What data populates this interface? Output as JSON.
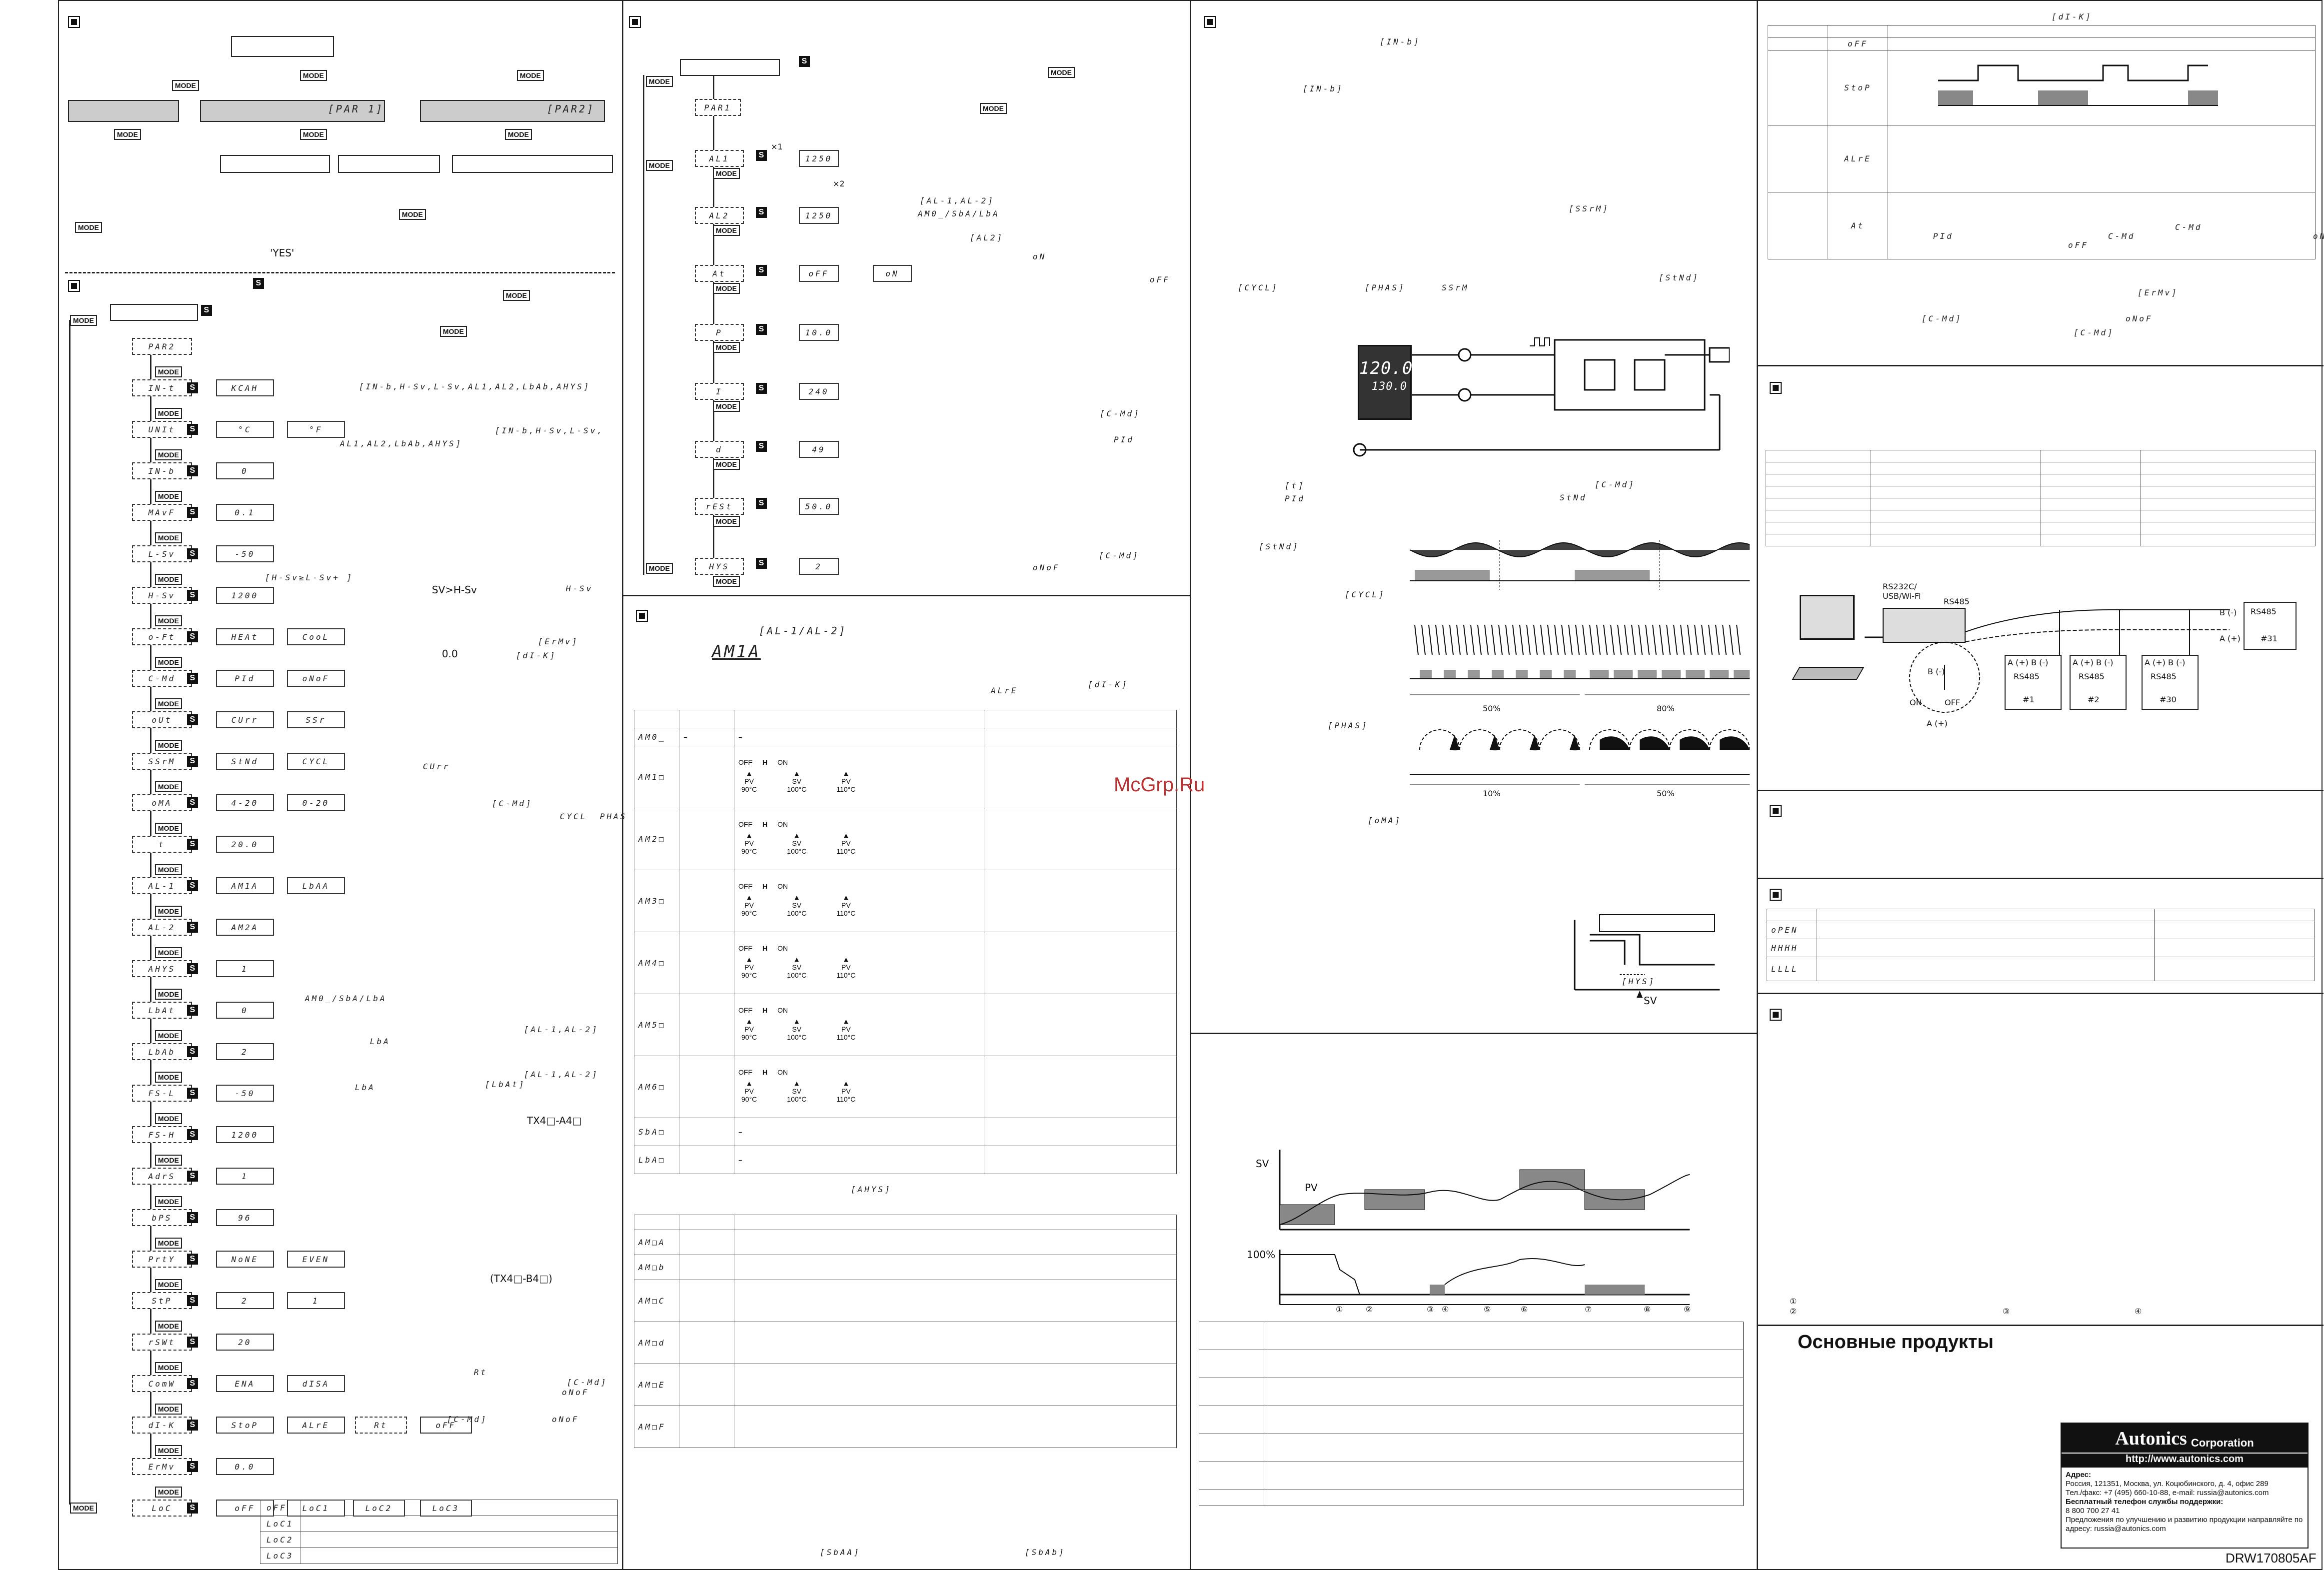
{
  "col1": {
    "params_top": [
      "[PAR 1]",
      "[PAR2]"
    ],
    "note_yes": "'YES'",
    "par2_list": [
      "PAR2",
      "IN-t",
      "UNIt",
      "IN-b",
      "MAvF",
      "L-Sv",
      "H-Sv",
      "o-Ft",
      "C-Md",
      "oUt",
      "SSrM",
      "oMA",
      "t",
      "AL-1",
      "AL-2",
      "AHYS",
      "LbAt",
      "LbAb",
      "FS-L",
      "FS-H",
      "AdrS",
      "bPS",
      "PrtY",
      "StP",
      "rSWt",
      "ComW",
      "dI-K",
      "ErMv",
      "LoC"
    ],
    "par2_values": [
      "",
      "KCAH",
      "°C",
      "0",
      "0.1",
      "-50",
      "1200",
      "HEAt",
      "PId",
      "CUrr",
      "StNd",
      "4-20",
      "20.0",
      "AM1A",
      "AM2A",
      "1",
      "0",
      "2",
      "-50",
      "1200",
      "1",
      "96",
      "NoNE",
      "2",
      "20",
      "ENA",
      "StoP",
      "0.0",
      "oFF"
    ],
    "par2_alt": [
      "",
      "",
      "°F",
      "",
      "",
      "",
      "",
      "CooL",
      "oNoF",
      "SSr",
      "CYCL",
      "0-20",
      "",
      "LbAA",
      "",
      "",
      "",
      "",
      "",
      "",
      "",
      "",
      "EVEN",
      "1",
      "",
      "dISA",
      "ALrE",
      "",
      "LoC1"
    ],
    "notes": [
      "[IN-b,H-Sv,L-Sv,AL1,AL2,LbAb,AHYS]",
      "[IN-b,H-Sv,L-Sv,",
      "AL1,AL2,LbAb,AHYS]",
      "[H-Sv≥L-Sv+ ]",
      "SV>H-Sv",
      "H-Sv",
      "[ErMv]",
      "[dI-K]",
      "0.0",
      "CUrr",
      "[C-Md]",
      "CYCL",
      "PHAS",
      "AM0_/SbA/LbA",
      "[AL-1,AL-2]",
      "LbA",
      "[AL-1,AL-2]",
      "LbA",
      "[LbAt]",
      "TX4□-A4□",
      "(TX4□-B4□)",
      "[C-Md]",
      "oNoF",
      "[C-Md]",
      "oNoF",
      "Rt"
    ],
    "lock_table": [
      "oFF",
      "LoC1",
      "LoC2",
      "LoC3"
    ],
    "oFF_alt": [
      "oFF",
      "LoC1",
      "LoC2",
      "LoC3"
    ],
    "rt_alt": [
      "Rt",
      "oFF"
    ],
    "buttons": {
      "mode": "MODE",
      "set": "S"
    }
  },
  "col2": {
    "par1_list": [
      "PAR1",
      "AL1",
      "AL2",
      "At",
      "P",
      "I",
      "d",
      "rESt",
      "HYS"
    ],
    "par1_values": [
      "",
      "1250",
      "1250",
      "oFF",
      "10.0",
      "240",
      "49",
      "50.0",
      "2"
    ],
    "at_alt": "oN",
    "note_marks": [
      "×1",
      "×2"
    ],
    "notes": [
      "[AL-1,AL-2]",
      "AM0_/SbA/LbA",
      "[AL2]",
      "oN",
      "oFF",
      "[C-Md]",
      "PId",
      "[C-Md]",
      "oNoF"
    ],
    "alarm_title": "[AL-1/AL-2]",
    "alarm_code": "AM1A",
    "alarm_table_rows": [
      "AM0_",
      "AM1□",
      "AM2□",
      "AM3□",
      "AM4□",
      "AM5□",
      "AM6□",
      "SbA□",
      "LbA□"
    ],
    "alarm_first_cell": [
      "–",
      "",
      "",
      "",
      "",
      "",
      "",
      "",
      ""
    ],
    "alarm_second_cell": [
      "–",
      "",
      "",
      "",
      "",
      "",
      "",
      "–",
      "–"
    ],
    "alre": "ALrE",
    "dik": "[dI-K]",
    "ahys": "[AHYS]",
    "sub_table_rows": [
      "AM□A",
      "AM□b",
      "AM□C",
      "AM□d",
      "AM□E",
      "AM□F"
    ],
    "sbaa": "[SbAA]",
    "sbab": "[SbAb]",
    "labels": {
      "off": "OFF",
      "on": "ON",
      "h": "H",
      "pv": "PV",
      "sv": "SV",
      "pv90": "90°C",
      "sv100": "100°C",
      "pv110": "110°C"
    }
  },
  "col3": {
    "notes": [
      "[IN-b]",
      "[IN-b]",
      "[SSrM]",
      "[CYCL]",
      "[PHAS]",
      "SSrM",
      "[StNd]",
      "[t]",
      "PId",
      "[C-Md]",
      "StNd",
      "[StNd]",
      "[CYCL]",
      "[PHAS]",
      "[oMA]",
      "[HYS]",
      "SV"
    ],
    "display_main": "120.0",
    "display_sub": "130.0",
    "pct": [
      "50%",
      "80%",
      "10%",
      "50%"
    ],
    "chart_labels": {
      "sv": "SV",
      "pv": "PV",
      "p100": "100%"
    },
    "circled": [
      "①",
      "②",
      "③",
      "④",
      "⑤",
      "⑥",
      "⑦",
      "⑧",
      "⑨"
    ]
  },
  "col4": {
    "dik_title": "[dI-K]",
    "dik_rows": [
      "oFF",
      "StoP",
      "ALrE",
      "At"
    ],
    "at_notes": [
      "PId",
      "oFF",
      "C-Md",
      "C-Md",
      "oNoF"
    ],
    "ermv_notes": [
      "[ErMv]",
      "[C-Md]",
      "oNoF",
      "[C-Md]"
    ],
    "comm": {
      "pc": "RS232C/\nUSB/Wi-Fi",
      "rs485": "RS485",
      "b": "B (-)",
      "a": "A (+)",
      "nodes": [
        "#1",
        "#2",
        "#30",
        "#31"
      ],
      "nodehdr": "A (+) B (-)",
      "on": "ON",
      "off": "OFF"
    },
    "err_rows": [
      "oPEN",
      "HHHH",
      "LLLL"
    ],
    "circled": [
      "①",
      "②",
      "③",
      "④"
    ],
    "products_title": "Основные продукты",
    "brand": "Autonics",
    "brand_suffix": "Corporation",
    "url": "http://www.autonics.com",
    "addr_label": "Адрес:",
    "addr": "Россия, 121351, Москва, ул. Коцюбинского, д. 4, офис 289",
    "tel": "Тел./факс: +7 (495) 660-10-88, e-mail: russia@autonics.com",
    "hotline_label": "Бесплатный телефон службы поддержки:",
    "hotline": "8 800 700 27 41",
    "suggest": "Предложения по улучшению и развитию продукции направляйте по адресу: russia@autonics.com",
    "doc_id": "DRW170805AF"
  },
  "watermark": "McGrp.Ru"
}
